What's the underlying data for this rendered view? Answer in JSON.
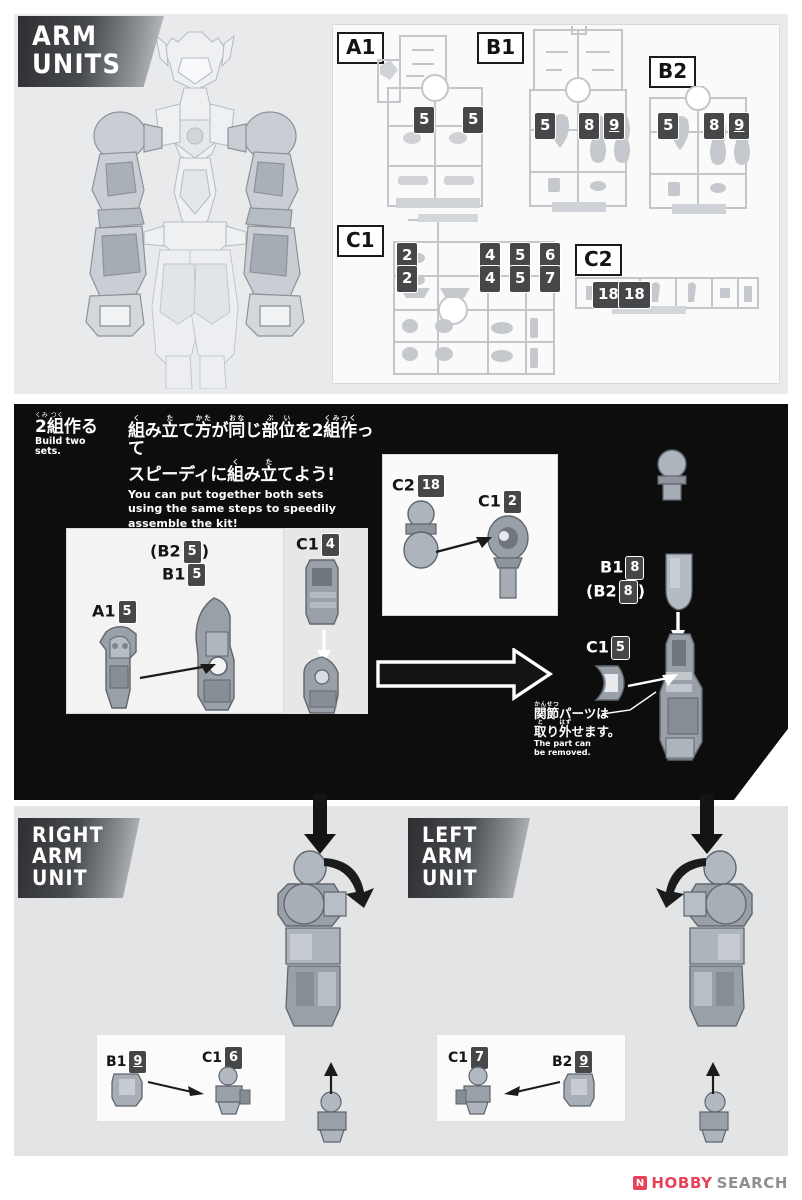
{
  "page": {
    "background_color": "#ffffff",
    "panel_color": "#e9eaec",
    "dark_panel_color": "#0d0d0d",
    "badge_color": "#454749",
    "accent_color": "#e8415a"
  },
  "header": {
    "title_line1": "ARM",
    "title_line2": "UNITS",
    "mecha_caption": ""
  },
  "runners": {
    "items": [
      {
        "id": "runner-a1",
        "label": "A1",
        "badges": [
          "5",
          "5"
        ]
      },
      {
        "id": "runner-b1",
        "label": "B1",
        "badges": [
          "5",
          "8",
          "9"
        ]
      },
      {
        "id": "runner-b2",
        "label": "B2",
        "badges": [
          "5",
          "8",
          "9"
        ]
      },
      {
        "id": "runner-c1",
        "label": "C1",
        "badges": [
          "2",
          "2",
          "4",
          "5",
          "6",
          "4",
          "5",
          "7"
        ]
      },
      {
        "id": "runner-c2",
        "label": "C2",
        "badges": [
          "18",
          "18"
        ]
      }
    ],
    "a1_badges": [
      "5",
      "5"
    ],
    "b1_badges": [
      "5",
      "8",
      "9"
    ],
    "b2_badges": [
      "5",
      "8",
      "9"
    ],
    "c1_badges_row1": [
      "2",
      "4",
      "5",
      "6"
    ],
    "c1_badges_row2": [
      "2",
      "4",
      "5",
      "7"
    ],
    "c2_badges": [
      "18",
      "18"
    ]
  },
  "two_sets": {
    "chip_ruby": "くみ つく",
    "chip_jp": "2組作る",
    "chip_en": "Build two sets.",
    "jp_line1_plain": "組み立て方が同じ部位を2組作って",
    "jp_line2_plain": "スピーディに組み立てよう!",
    "en_line1": "You can put together both sets",
    "en_line2": "using the same steps to speedily",
    "en_line3": "assemble the kit!",
    "ruby": {
      "ku": "く",
      "ta": "た",
      "kata": "かた",
      "ona": "おな",
      "bu": "ぶ",
      "i": "い",
      "kumitsuku": "くみつく"
    }
  },
  "main_assembly": {
    "step_a": {
      "left_part": {
        "runner": "A1",
        "number": "5"
      },
      "right_part_alt": {
        "runner": "B2",
        "number": "5"
      },
      "right_part": {
        "runner": "B1",
        "number": "5"
      }
    },
    "step_b": {
      "part": {
        "runner": "C1",
        "number": "4"
      }
    },
    "step_c": {
      "from": {
        "runner": "C2",
        "number": "18"
      },
      "to": {
        "runner": "C1",
        "number": "2"
      }
    },
    "step_d": {
      "top_part": {
        "runner": "B1",
        "number": "8"
      },
      "top_part_alt": {
        "runner": "B2",
        "number": "8"
      },
      "side_part": {
        "runner": "C1",
        "number": "5"
      }
    },
    "note": {
      "jp_line1": "関節パーツは",
      "jp_line2": "取り外せます。",
      "ruby_kansetsu": "かんせつ",
      "ruby_to": "と",
      "ruby_hazu": "はず",
      "en_line1": "The part can",
      "en_line2": "be removed."
    }
  },
  "right_arm_unit": {
    "title_line1": "RIGHT",
    "title_line2": "ARM",
    "title_line3": "UNIT",
    "sub_assembly": {
      "from": {
        "runner": "B1",
        "number": "9",
        "underlined": true
      },
      "to": {
        "runner": "C1",
        "number": "6"
      }
    }
  },
  "left_arm_unit": {
    "title_line1": "LEFT",
    "title_line2": "ARM",
    "title_line3": "UNIT",
    "sub_assembly": {
      "from": {
        "runner": "B2",
        "number": "9",
        "underlined": true
      },
      "to": {
        "runner": "C1",
        "number": "7"
      }
    }
  },
  "watermark": {
    "mark": "N",
    "text_primary": "HOBBY",
    "text_secondary": "SEARCH"
  }
}
